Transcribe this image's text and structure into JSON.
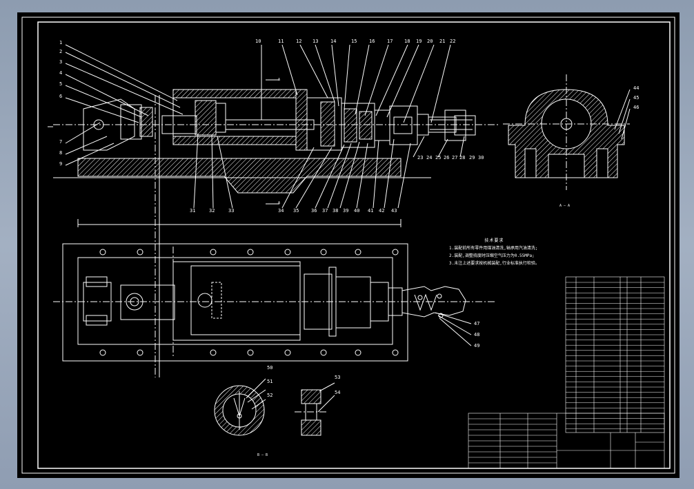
{
  "colors": {
    "background": "#9aa8bb",
    "sheet": "#000000",
    "line": "#ffffff"
  },
  "part_labels": {
    "p1": "1",
    "p2": "2",
    "p3": "3",
    "p4": "4",
    "p5": "5",
    "p6": "6",
    "p7": "7",
    "p8": "8",
    "p9": "9",
    "p10": "10",
    "p11": "11",
    "p12": "12",
    "p13": "13",
    "p14": "14",
    "p15": "15",
    "p16": "16",
    "p17": "17",
    "p18": "18",
    "p19": "19",
    "p20": "20",
    "p21": "21",
    "p22": "22",
    "p23": "23",
    "p24": "24",
    "p25": "25",
    "p26": "26",
    "p27": "27",
    "p28": "28",
    "p29": "29",
    "p30": "30",
    "p31": "31",
    "p32": "32",
    "p33": "33",
    "p34": "34",
    "p35": "35",
    "p36": "36",
    "p37": "37",
    "p38": "38",
    "p39": "39",
    "p40": "40",
    "p41": "41",
    "p42": "42",
    "p43": "43",
    "p44": "44",
    "p45": "45",
    "p46": "46",
    "p47": "47",
    "p48": "48",
    "p49": "49",
    "p50": "50",
    "p51": "51",
    "p52": "52",
    "p53": "53",
    "p54": "54"
  },
  "section_marks": {
    "a1": "A",
    "a2": "A",
    "a_view": "A — A",
    "b_view": "B — B"
  },
  "notes": {
    "title": "技术要求",
    "line1": "1.装配前所有零件用煤油清洗,轴承用汽油清洗;",
    "line2": "2.装配,调整挠度时压缩空气压力为0.55MPa;",
    "line3": "3.未注上述要求按机械装配,行业标准执行检验。"
  }
}
